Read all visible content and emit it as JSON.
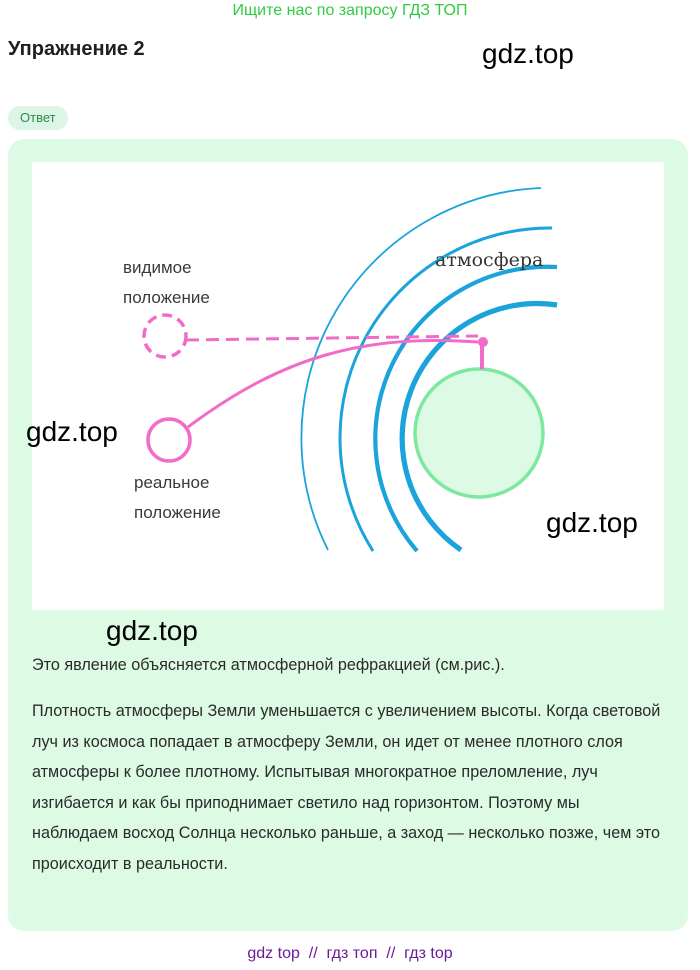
{
  "promo": "Ищите нас по запросу ГДЗ ТОП",
  "title": "Упражнение 2",
  "watermark": "gdz.top",
  "answer_badge": "Ответ",
  "figure": {
    "label_apparent_line1": "видимое",
    "label_apparent_line2": "положение",
    "label_real_line1": "реальное",
    "label_real_line2": "положение",
    "label_atmosphere": "атмосфера",
    "colors": {
      "arcs": "#1ba3dc",
      "earth": "#7ee8a0",
      "ray": "#f06cc8"
    }
  },
  "paragraphs": {
    "p1": "Это явление объясняется атмосферной рефракцией (см.рис.).",
    "p2": "Плотность атмосферы Земли уменьшается с увеличением высоты. Когда световой луч из космоса попадает в атмосферу Земли, он идет от менее плотного слоя атмосферы к более плотному. Испытывая многократное преломление, луч изгибается и как бы приподнимает светило над горизонтом. Поэтому мы наблюдаем восход Солнца несколько раньше, а заход — несколько позже, чем это происходит в реальности."
  },
  "footer": "gdz top  //  гдз топ  //  гдз top"
}
